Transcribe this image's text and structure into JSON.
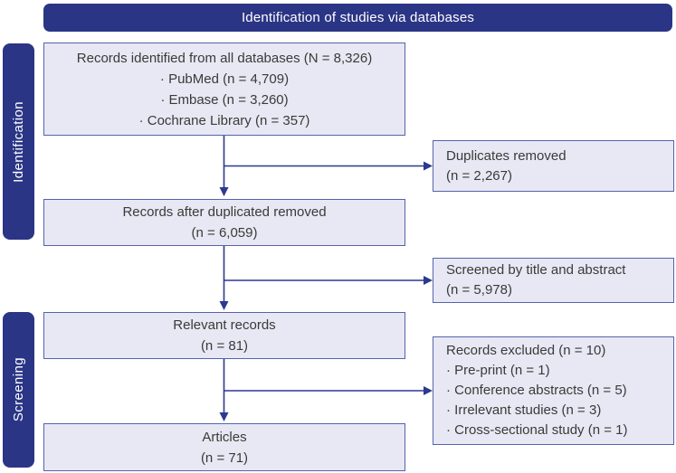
{
  "diagram": {
    "header": {
      "title": "Identification of studies via databases"
    },
    "stages": [
      {
        "label": "Identification"
      },
      {
        "label": "Screening"
      }
    ],
    "boxes": {
      "identified": {
        "line1": "Records identified from all databases (N = 8,326)",
        "items": [
          "· PubMed (n = 4,709)",
          "· Embase (n = 3,260)",
          "· Cochrane Library (n = 357)"
        ]
      },
      "duplicates_removed": {
        "line1": "Duplicates removed",
        "line2": "(n = 2,267)"
      },
      "after_duplicates": {
        "line1": "Records after duplicated removed",
        "line2": "(n = 6,059)"
      },
      "screened": {
        "line1": "Screened by title and abstract",
        "line2": "(n = 5,978)"
      },
      "relevant": {
        "line1": "Relevant records",
        "line2": "(n = 81)"
      },
      "excluded": {
        "line1": "Records excluded (n = 10)",
        "items": [
          "· Pre-print (n = 1)",
          "· Conference abstracts (n = 5)",
          "· Irrelevant studies (n = 3)",
          "· Cross-sectional study (n = 1)"
        ]
      },
      "articles": {
        "line1": "Articles",
        "line2": "(n = 71)"
      }
    },
    "colors": {
      "navy": "#2B3585",
      "box_fill": "#E8E8F4",
      "box_border": "#5563AC",
      "arrow": "#2B3990",
      "text": "#3A3A3A",
      "title_text": "#FFFFFF"
    }
  }
}
